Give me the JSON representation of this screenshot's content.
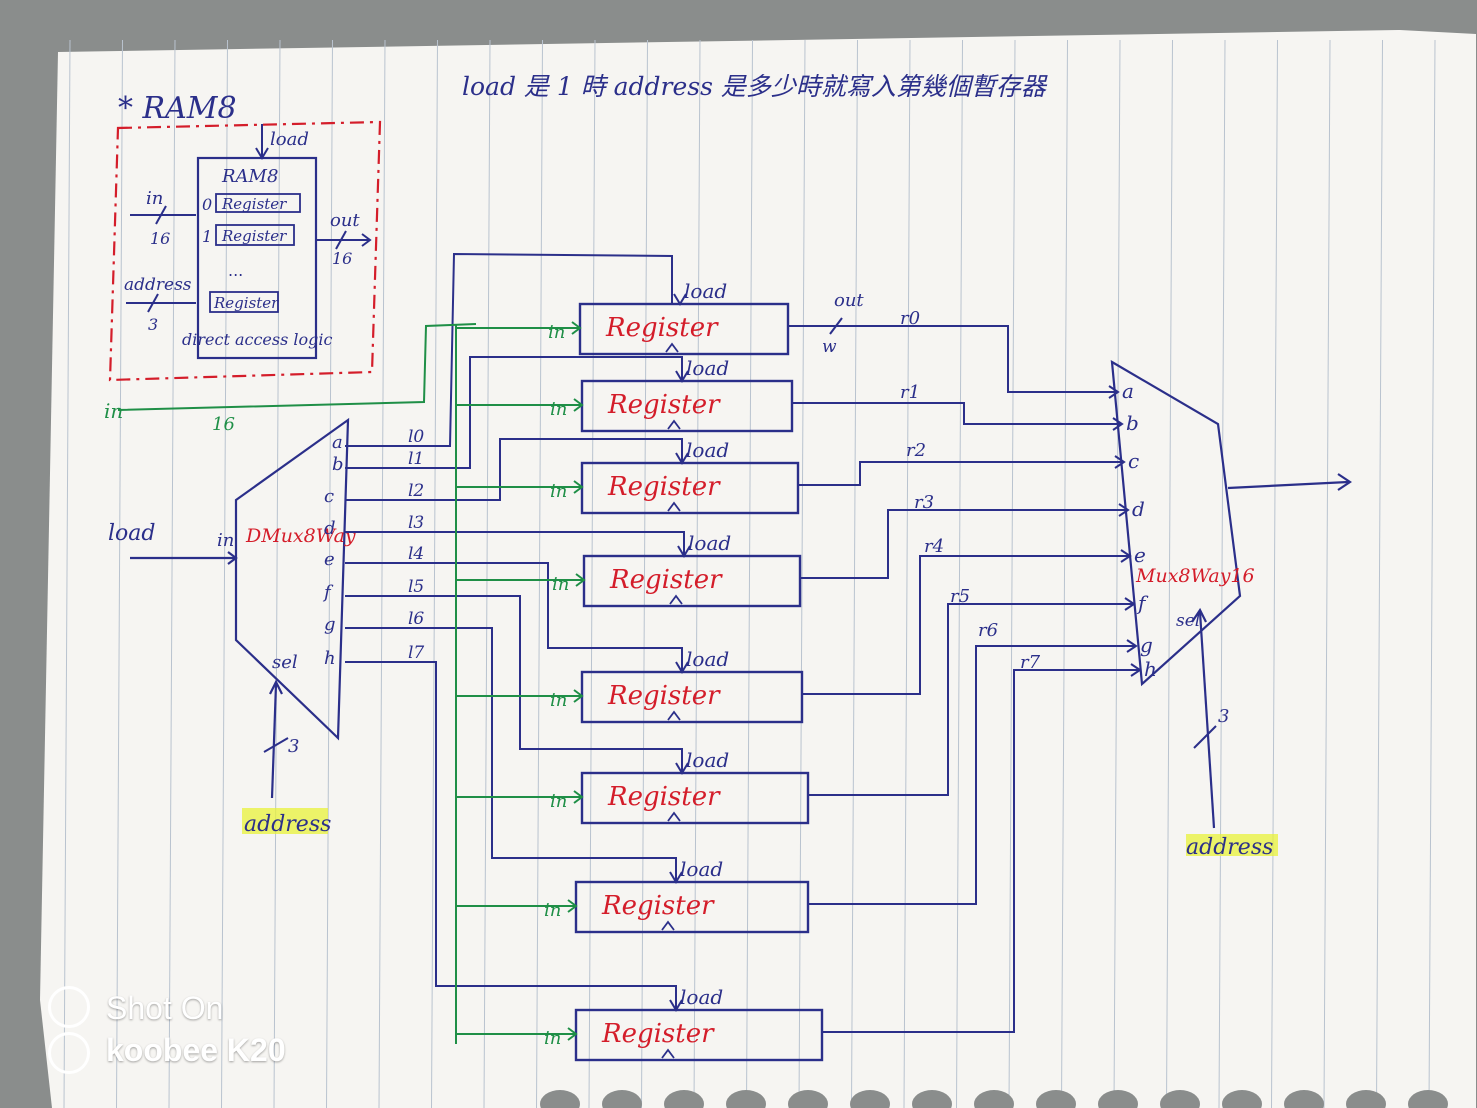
{
  "colors": {
    "ink": "#2b2f8a",
    "red": "#d41d2a",
    "green": "#1f8f47",
    "highlight": "#e8f23a",
    "paper": "#f6f5f2",
    "rule": "#b9c3cf"
  },
  "title": "load 是 1 時 address 是多少時就寫入第幾個暫存器",
  "overview": {
    "heading": "* RAM8",
    "chip_name": "RAM8",
    "load": "load",
    "in": "in",
    "in_width": "16",
    "address": "address",
    "address_width": "3",
    "out": "out",
    "out_width": "16",
    "row0_index": "0",
    "row1_index": "1",
    "register": "Register",
    "ellipsis": "...",
    "footer": "direct access logic"
  },
  "main": {
    "in_label": "in",
    "in_width": "16",
    "load_label": "load",
    "dmux": {
      "name": "DMux8Way",
      "in": "in",
      "sel": "sel",
      "sel_width": "3",
      "address": "address",
      "outputs": [
        "a",
        "b",
        "c",
        "d",
        "e",
        "f",
        "g",
        "h"
      ],
      "wires": [
        "l0",
        "l1",
        "l2",
        "l3",
        "l4",
        "l5",
        "l6",
        "l7"
      ]
    },
    "register_label": "Register",
    "register_in": "in",
    "register_load": "load",
    "out_label": "out",
    "out_width": "w",
    "reg_outputs": [
      "r0",
      "r1",
      "r2",
      "r3",
      "r4",
      "r5",
      "r6",
      "r7"
    ],
    "mux": {
      "name": "Mux8Way16",
      "inputs": [
        "a",
        "b",
        "c",
        "d",
        "e",
        "f",
        "g",
        "h"
      ],
      "sel": "sel",
      "sel_width": "3",
      "address": "address"
    }
  },
  "watermark": {
    "line1": "Shot On",
    "line2": "koobee  K20"
  }
}
